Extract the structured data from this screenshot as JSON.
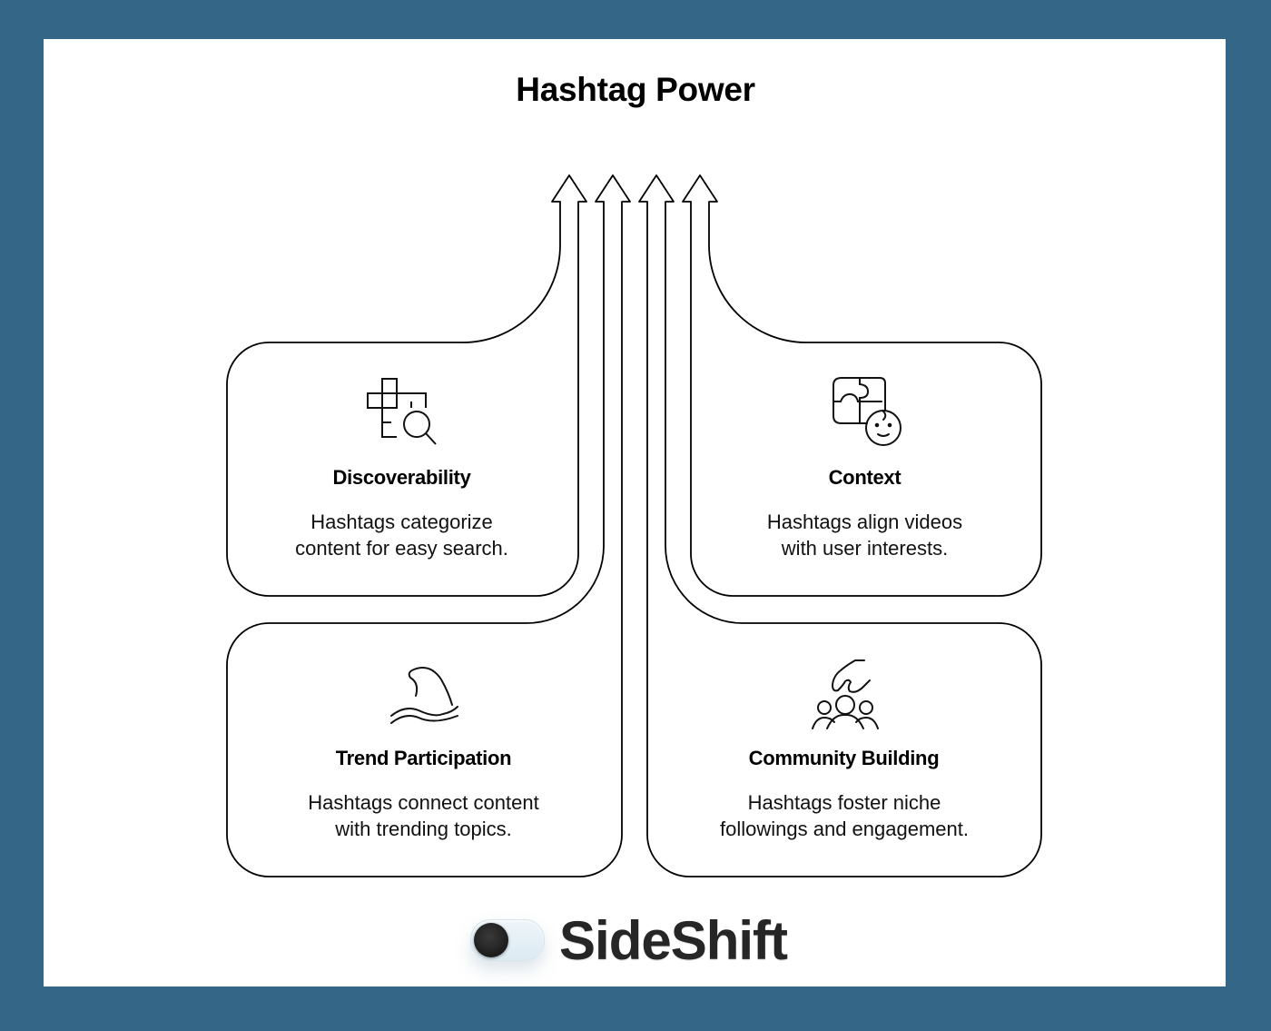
{
  "frame": {
    "border_color": "#336687",
    "background": "#ffffff"
  },
  "title": "Hashtag Power",
  "cards": [
    {
      "id": "discoverability",
      "title": "Discoverability",
      "description_line1": "Hashtags categorize",
      "description_line2": "content for easy search.",
      "icon": "crossword-search-icon",
      "position": "top-left"
    },
    {
      "id": "context",
      "title": "Context",
      "description_line1": "Hashtags align videos",
      "description_line2": "with user interests.",
      "icon": "puzzle-face-icon",
      "position": "top-right"
    },
    {
      "id": "trend-participation",
      "title": "Trend Participation",
      "description_line1": "Hashtags connect content",
      "description_line2": "with trending topics.",
      "icon": "wave-icon",
      "position": "bottom-left"
    },
    {
      "id": "community-building",
      "title": "Community Building",
      "description_line1": "Hashtags foster niche",
      "description_line2": "followings and engagement.",
      "icon": "hand-community-icon",
      "position": "bottom-right"
    }
  ],
  "arrows": {
    "count": 4,
    "direction": "up",
    "stroke_color": "#000000"
  },
  "brand": {
    "name": "SideShift",
    "logo": "toggle-switch-icon"
  }
}
